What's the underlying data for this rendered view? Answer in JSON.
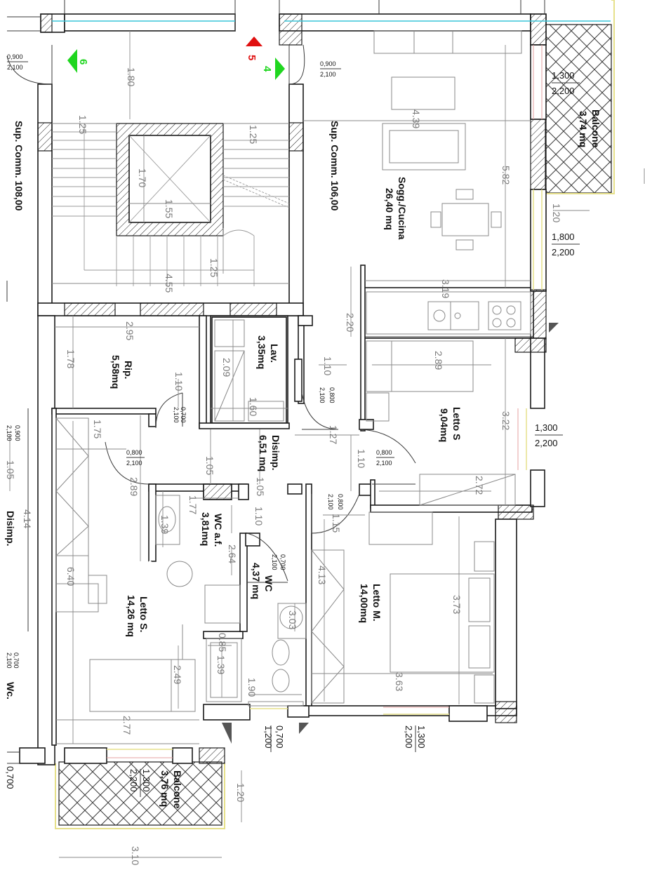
{
  "colors": {
    "wall": "#1a1a1a",
    "cyan_line": "#39c5d9",
    "arrow_green": "#1fd61f",
    "arrow_red": "#e01010",
    "balcony_edge": "#e6e08a"
  },
  "rooms": {
    "sup_comm_left": "Sup. Comm. 108,00",
    "sup_comm_right": "Sup. Comm. 106,00",
    "soggiorno_name": "Sogg./Cucina",
    "soggiorno_area": "26,40 mq",
    "balcone_top_name": "Balcone",
    "balcone_top_area": "3,74 mq",
    "balcone_bottom_name": "Balcone",
    "balcone_bottom_area": "3,76 mq",
    "rip_name": "Rip.",
    "rip_area": "5,58mq",
    "lav_name": "Lav.",
    "lav_area": "3,35mq",
    "disimp_name": "Disimp.",
    "disimp_area": "6,51 mq",
    "letto_s_right_name": "Letto S",
    "letto_s_right_area": "9,04mq",
    "letto_s_left_name": "Letto S.",
    "letto_s_left_area": "14,26 mq",
    "wc_af_name": "WC a.f.",
    "wc_af_area": "3,81mq",
    "wc_name": "WC",
    "wc_area": "4,37 mq",
    "letto_m_name": "Letto M.",
    "letto_m_area": "14,00mq",
    "disimp_edge": "Disimp.",
    "wc_edge": "Wc."
  },
  "markers": {
    "green_left": "6",
    "red_top": "5",
    "green_right": "4"
  },
  "dimensions": {
    "d180": "1.80",
    "d125a": "1.25",
    "d125b": "1.25",
    "d170": "1.70",
    "d155": "1.55",
    "d125c": "1.25",
    "d455": "4.55",
    "d439": "4.39",
    "d582": "5.82",
    "d120a": "1.20",
    "d319": "3.19",
    "d220": "2.20",
    "d295": "2.95",
    "d178": "1.78",
    "d209": "2.09",
    "d160": "1.60",
    "d110a": "1.10",
    "d110b": "1.10",
    "d289a": "2.89",
    "d322": "3.22",
    "d127": "1.27",
    "d110c": "1.10",
    "d175": "1.75",
    "d105a": "1.05",
    "d105b": "1.05",
    "d110d": "1.10",
    "d177": "1.77",
    "d272": "2.72",
    "d115": "1.15",
    "d289b": "2.89",
    "d139a": "1.39",
    "d264": "2.64",
    "d640": "6.40",
    "d373": "3.73",
    "d413": "4.13",
    "d303": "3.03",
    "d085": "0.85",
    "d139b": "1.39",
    "d249": "2.49",
    "d363": "3.63",
    "d190": "1.90",
    "d277": "2.77",
    "d120b": "1.20",
    "d310": "3.10",
    "d105c": "1.05",
    "d414": "4.14"
  },
  "windows": {
    "w_top_left_a": "0,900",
    "w_top_left_b": "2,100",
    "w_top_right_a": "0,900",
    "w_top_right_b": "2,100",
    "w_balc_a": "1,300",
    "w_balc_b": "2,200",
    "w_sogg_a": "1,800",
    "w_sogg_b": "2,200",
    "w_lettos_a": "1,300",
    "w_lettos_b": "2,200",
    "w_bot_a": "1,200",
    "w_bot_b": "0,700",
    "w_lm_a": "1,300",
    "w_lm_b": "2,200",
    "w_bal2_a": "1,300",
    "w_bal2_b": "2,200",
    "w_edge_0700": "0,700",
    "w_left_edge_a": "0,900",
    "w_left_edge_b": "2,100"
  },
  "doors": {
    "rip_a": "0,700",
    "rip_b": "2,100",
    "lettos_a": "0,800",
    "lettos_b": "2,100",
    "lav_a": "0,800",
    "lav_b": "2,100",
    "lettosr_a": "0,800",
    "lettosr_b": "2,100",
    "lettom_a": "0,800",
    "lettom_b": "2,100",
    "wc_a": "0,700",
    "wc_b": "2,100",
    "edge_a": "0,700",
    "edge_b": "2,100"
  }
}
